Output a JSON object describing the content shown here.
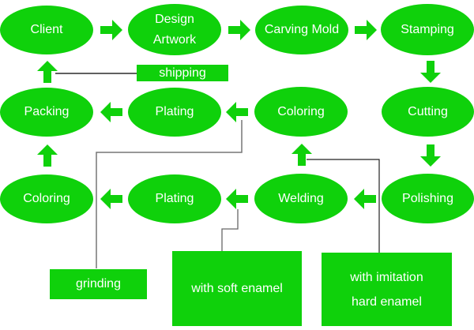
{
  "diagram": {
    "title": "",
    "accent_color": "#0fd10b",
    "text_color": "#ffffff",
    "connector_color": "#555555",
    "steps": [
      {
        "id": "client",
        "label": "Client",
        "shape": "ellipse"
      },
      {
        "id": "design-artwork",
        "label_line1": "Design",
        "label_line2": "Artwork",
        "shape": "ellipse"
      },
      {
        "id": "carving-mold",
        "label": "Carving Mold",
        "shape": "ellipse"
      },
      {
        "id": "stamping",
        "label": "Stamping",
        "shape": "ellipse"
      },
      {
        "id": "cutting",
        "label": "Cutting",
        "shape": "ellipse"
      },
      {
        "id": "polishing",
        "label": "Polishing",
        "shape": "ellipse"
      },
      {
        "id": "welding",
        "label": "Welding",
        "shape": "ellipse"
      },
      {
        "id": "coloring-mid",
        "label": "Coloring",
        "shape": "ellipse"
      },
      {
        "id": "plating-top",
        "label": "Plating",
        "shape": "ellipse"
      },
      {
        "id": "packing",
        "label": "Packing",
        "shape": "ellipse"
      },
      {
        "id": "plating-bottom",
        "label": "Plating",
        "shape": "ellipse"
      },
      {
        "id": "coloring-left",
        "label": "Coloring",
        "shape": "ellipse"
      }
    ],
    "notes": {
      "shipping": "shipping",
      "grinding": "grinding",
      "soft_enamel": "with soft enamel",
      "hard_enamel_line1": "with imitation",
      "hard_enamel_line2": "hard enamel"
    },
    "flows": [
      {
        "from": "client",
        "to": "design-artwork",
        "direction": "right"
      },
      {
        "from": "design-artwork",
        "to": "carving-mold",
        "direction": "right"
      },
      {
        "from": "carving-mold",
        "to": "stamping",
        "direction": "right"
      },
      {
        "from": "stamping",
        "to": "cutting",
        "direction": "down"
      },
      {
        "from": "cutting",
        "to": "polishing",
        "direction": "down"
      },
      {
        "from": "polishing",
        "to": "welding",
        "direction": "left"
      },
      {
        "from": "welding",
        "to": "plating-bottom",
        "direction": "left"
      },
      {
        "from": "plating-bottom",
        "to": "coloring-left",
        "direction": "left"
      },
      {
        "from": "coloring-left",
        "to": "packing",
        "direction": "up"
      },
      {
        "from": "coloring-mid",
        "to": "plating-top",
        "direction": "left"
      },
      {
        "from": "plating-top",
        "to": "packing",
        "direction": "left"
      },
      {
        "from": "packing",
        "to": "client",
        "direction": "up",
        "via": "shipping"
      },
      {
        "from": "soft_enamel",
        "to": "plating-bottom",
        "direction": "up"
      },
      {
        "from": "hard_enamel",
        "to": "coloring-mid",
        "direction": "up"
      },
      {
        "from": "grinding",
        "to": "plating-top",
        "direction": "up"
      }
    ]
  }
}
